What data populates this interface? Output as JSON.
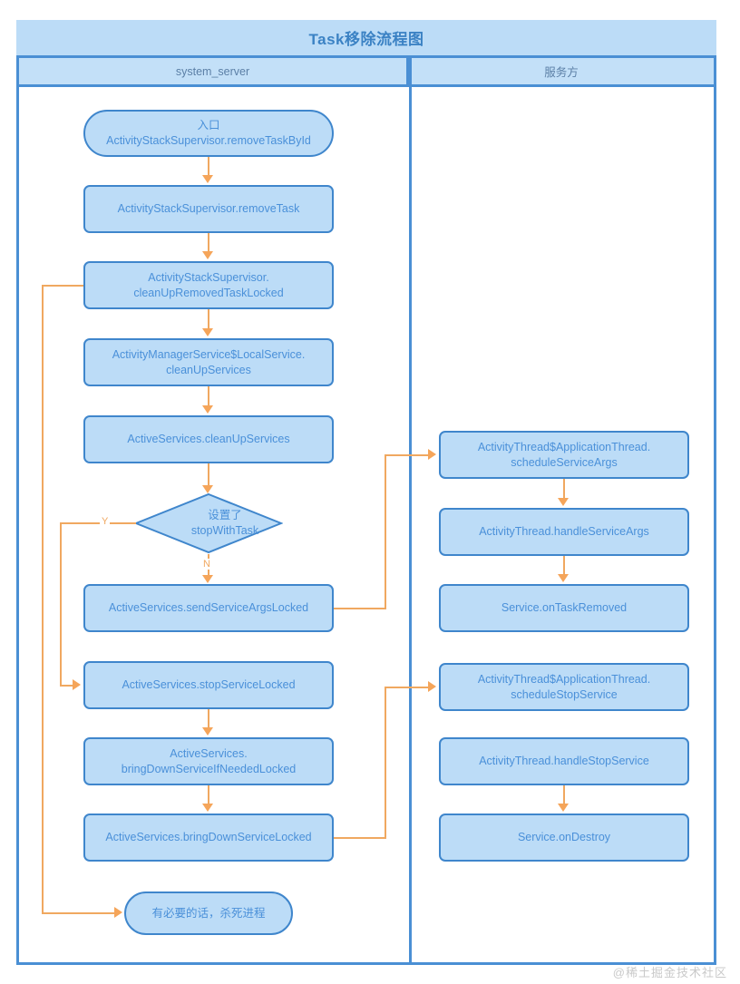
{
  "diagram": {
    "title": "Task移除流程图",
    "watermark": "@稀土掘金技术社区",
    "lanes": [
      {
        "id": "lane-system-server",
        "label": "system_server"
      },
      {
        "id": "lane-service-side",
        "label": "服务方"
      }
    ],
    "colors": {
      "node_fill": "#bcdcf7",
      "node_border": "#3f86cc",
      "node_text": "#4a90d9",
      "frame_border": "#4a8fd4",
      "title_fill": "#bcdcf7",
      "lane_head_fill": "#c3e0f8",
      "lane_head_text": "#5b7fa6",
      "connector": "#f0a860",
      "arrow": "#f5a55a",
      "watermark": "#c9c9c9"
    },
    "nodes": {
      "entry": {
        "shape": "pill",
        "line1": "入口",
        "line2": "ActivityStackSupervisor.removeTaskById"
      },
      "remove_task": {
        "shape": "rect",
        "line1": "ActivityStackSupervisor.removeTask"
      },
      "clean_up_removed_task_locked": {
        "shape": "rect",
        "line1": "ActivityStackSupervisor.",
        "line2": "cleanUpRemovedTaskLocked"
      },
      "ams_local_clean_up_services": {
        "shape": "rect",
        "line1": "ActivityManagerService$LocalService.",
        "line2": "cleanUpServices"
      },
      "active_clean_up_services": {
        "shape": "rect",
        "line1": "ActiveServices.cleanUpServices"
      },
      "decision_stop_with_task": {
        "shape": "diamond",
        "line1": "设置了",
        "line2": "stopWithTask"
      },
      "send_service_args_locked": {
        "shape": "rect",
        "line1": "ActiveServices.sendServiceArgsLocked"
      },
      "stop_service_locked": {
        "shape": "rect",
        "line1": "ActiveServices.stopServiceLocked"
      },
      "bring_down_if_needed_locked": {
        "shape": "rect",
        "line1": "ActiveServices.",
        "line2": "bringDownServiceIfNeededLocked"
      },
      "bring_down_service_locked": {
        "shape": "rect",
        "line1": "ActiveServices.bringDownServiceLocked"
      },
      "kill_process": {
        "shape": "pill",
        "line1": "有必要的话，杀死进程"
      },
      "schedule_service_args": {
        "shape": "rect",
        "line1": "ActivityThread$ApplicationThread.",
        "line2": "scheduleServiceArgs"
      },
      "handle_service_args": {
        "shape": "rect",
        "line1": "ActivityThread.handleServiceArgs"
      },
      "service_on_task_removed": {
        "shape": "rect",
        "line1": "Service.onTaskRemoved"
      },
      "schedule_stop_service": {
        "shape": "rect",
        "line1": "ActivityThread$ApplicationThread.",
        "line2": "scheduleStopService"
      },
      "handle_stop_service": {
        "shape": "rect",
        "line1": "ActivityThread.handleStopService"
      },
      "service_on_destroy": {
        "shape": "rect",
        "line1": "Service.onDestroy"
      }
    },
    "edge_labels": {
      "yes": "Y",
      "no": "N"
    }
  }
}
